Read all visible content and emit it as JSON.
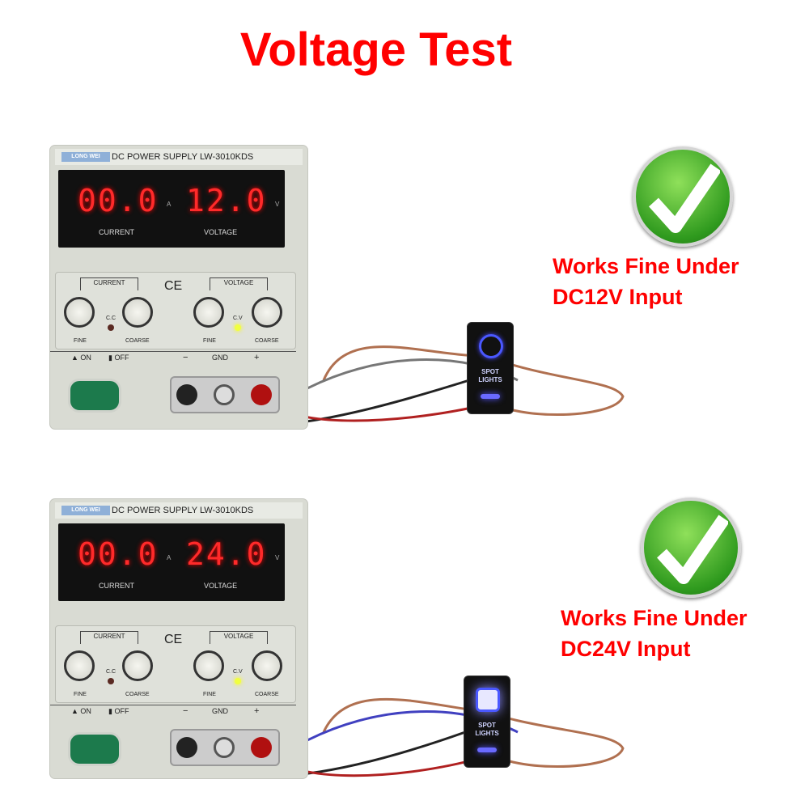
{
  "title": "Voltage Test",
  "panels": [
    {
      "brand": "LONG WEI",
      "label": "DC  POWER SUPPLY  LW-3010KDS",
      "current": "00.0",
      "voltage": "12.0",
      "current_unit": "A",
      "voltage_unit": "V",
      "current_label": "CURRENT",
      "voltage_label": "VOLTAGE",
      "ce": "CE",
      "cc": "C.C",
      "cv": "C.V",
      "fine": "FINE",
      "coarse": "COARSE",
      "on": "▲ ON",
      "off": "▮ OFF",
      "minus": "−",
      "gnd": "GND",
      "plus": "+",
      "switch_text": "SPOT LIGHTS",
      "works_line1": "Works Fine Under",
      "works_line2": "DC12V Input"
    },
    {
      "brand": "LONG WEI",
      "label": "DC  POWER SUPPLY  LW-3010KDS",
      "current": "00.0",
      "voltage": "24.0",
      "current_unit": "A",
      "voltage_unit": "V",
      "current_label": "CURRENT",
      "voltage_label": "VOLTAGE",
      "ce": "CE",
      "cc": "C.C",
      "cv": "C.V",
      "fine": "FINE",
      "coarse": "COARSE",
      "on": "▲ ON",
      "off": "▮ OFF",
      "minus": "−",
      "gnd": "GND",
      "plus": "+",
      "switch_text": "SPOT LIGHTS",
      "works_line1": "Works Fine Under",
      "works_line2": "DC24V  Input"
    }
  ],
  "colors": {
    "title": "#ff0000",
    "check": "#2f9a1e",
    "led": "#ff2a2a",
    "switch_glow": "#4a58ff"
  }
}
